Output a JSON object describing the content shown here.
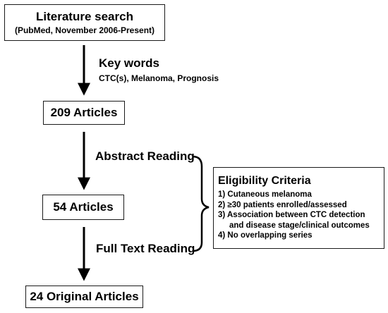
{
  "search_box": {
    "title": "Literature search",
    "subtitle": "(PubMed, November 2006-Present)"
  },
  "keywords": {
    "title": "Key words",
    "terms": "CTC(s), Melanoma, Prognosis"
  },
  "boxes": {
    "articles_209": "209 Articles",
    "articles_54": "54 Articles",
    "articles_24": "24 Original Articles"
  },
  "steps": {
    "abstract": "Abstract Reading",
    "full_text": "Full Text Reading"
  },
  "criteria": {
    "title": "Eligibility Criteria",
    "items": [
      "1) Cutaneous melanoma",
      "2) ≥30 patients enrolled/assessed",
      "3) Association between CTC detection",
      "and disease stage/clinical outcomes",
      "4) No overlapping series"
    ]
  }
}
